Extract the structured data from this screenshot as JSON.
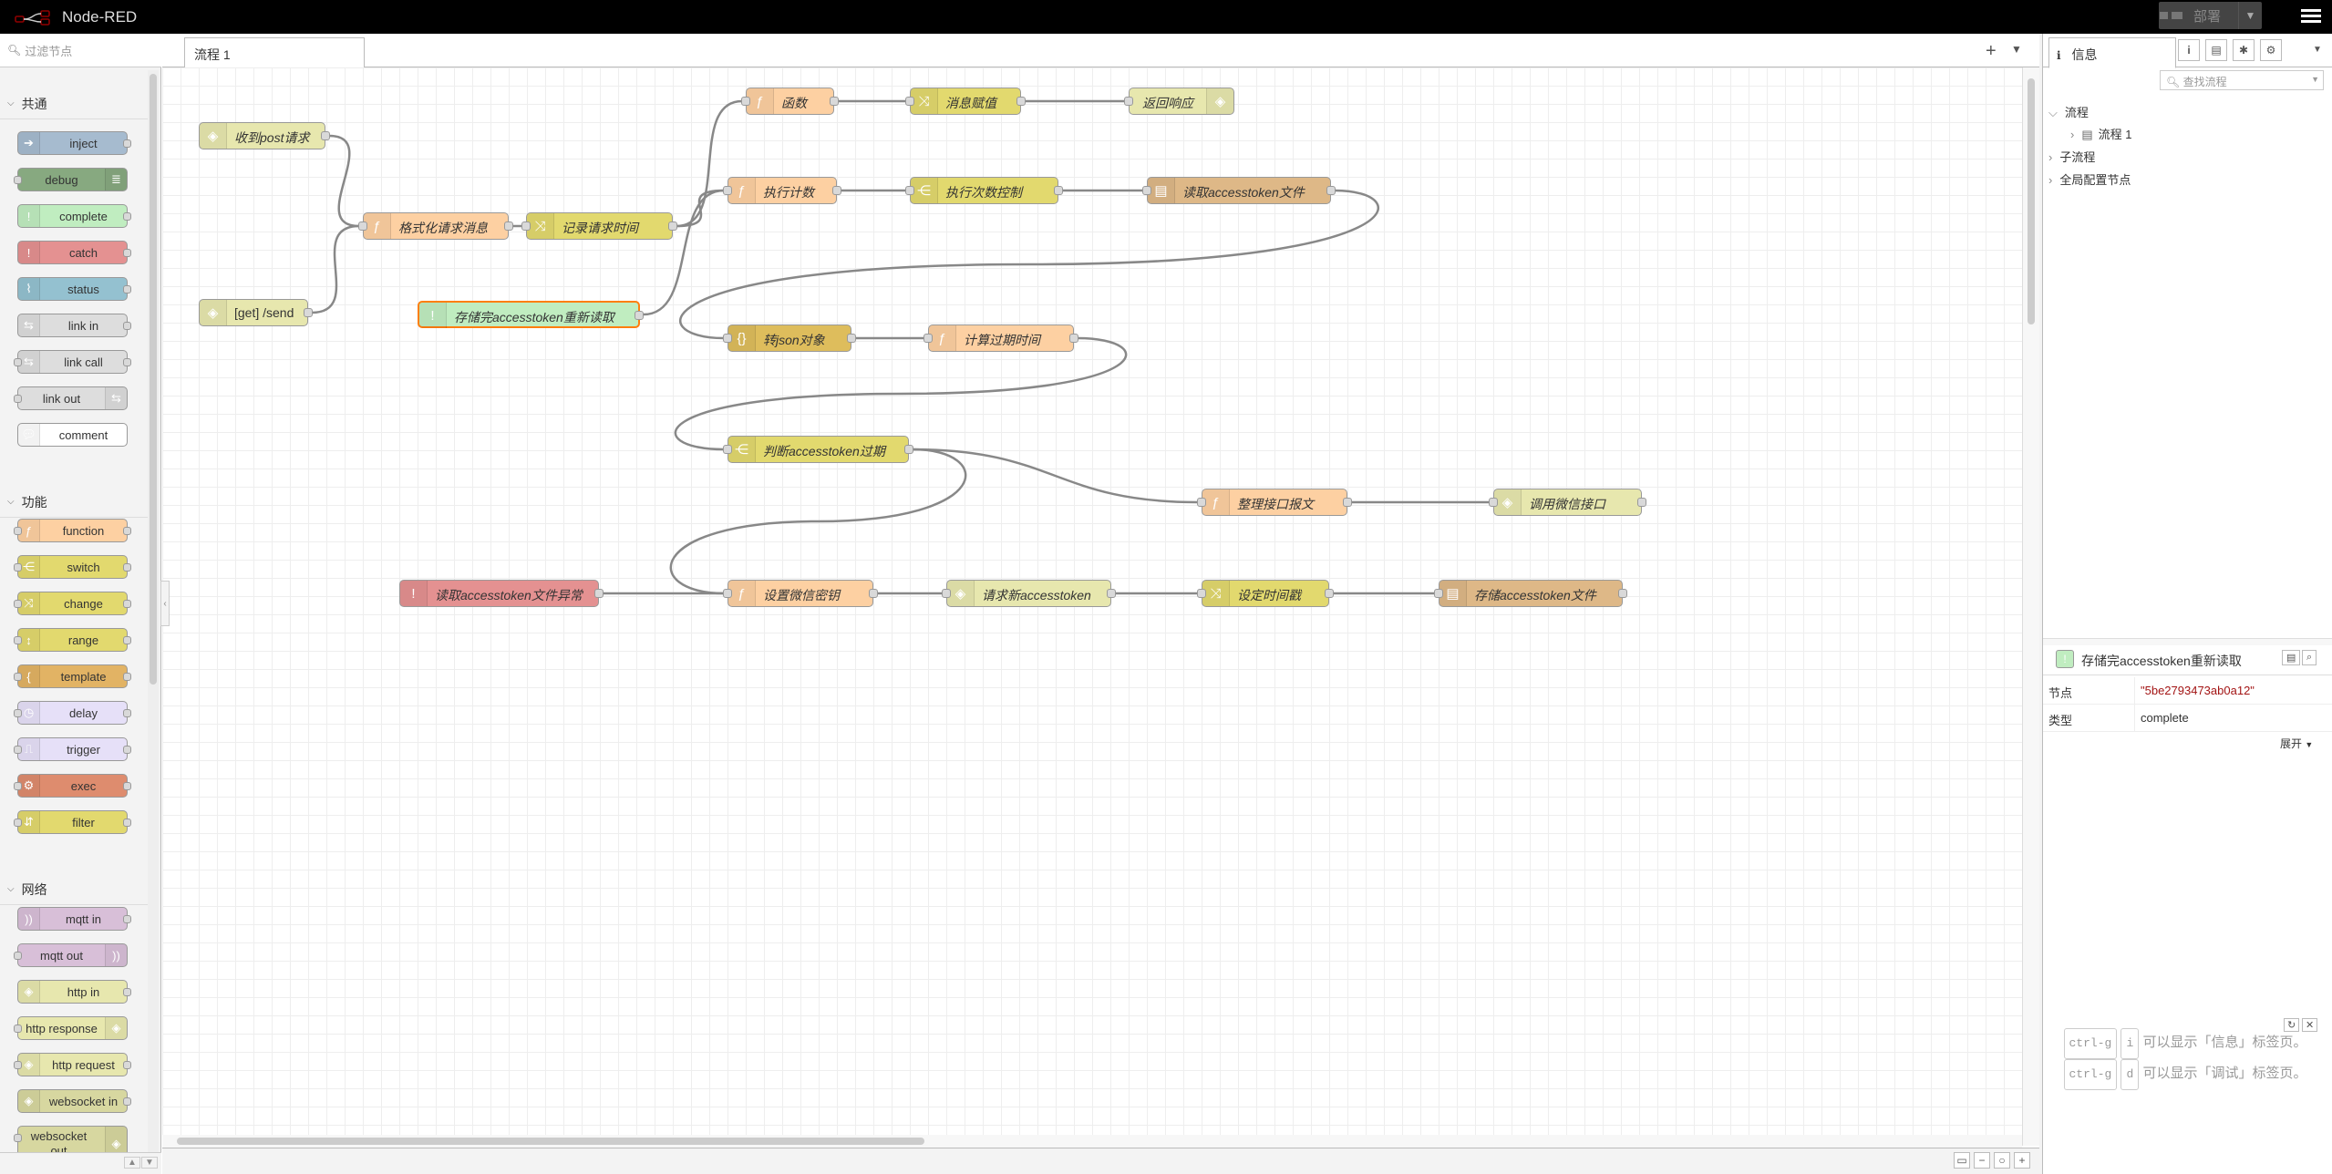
{
  "header": {
    "app_title": "Node-RED",
    "deploy_label": "部署"
  },
  "palette": {
    "filter_placeholder": "过滤节点",
    "categories": [
      {
        "label": "共通",
        "nodes": [
          {
            "label": "inject",
            "color": "#a6bbcf",
            "icon": "arrow-in-icon",
            "in": false,
            "out": true
          },
          {
            "label": "debug",
            "color": "#87a980",
            "icon": "list-icon",
            "in": true,
            "out": false,
            "right_icon": true
          },
          {
            "label": "complete",
            "color": "#c0edc0",
            "icon": "exclamation-icon",
            "in": false,
            "out": true
          },
          {
            "label": "catch",
            "color": "#e49191",
            "icon": "exclamation-icon",
            "in": false,
            "out": true
          },
          {
            "label": "status",
            "color": "#94c1d0",
            "icon": "wave-icon",
            "in": false,
            "out": true
          },
          {
            "label": "link in",
            "color": "#dddddd",
            "icon": "link-icon",
            "in": false,
            "out": true
          },
          {
            "label": "link call",
            "color": "#dddddd",
            "icon": "link-icon",
            "in": true,
            "out": true
          },
          {
            "label": "link out",
            "color": "#dddddd",
            "icon": "link-icon",
            "in": true,
            "out": false,
            "right_icon": true
          },
          {
            "label": "comment",
            "color": "#ffffff",
            "icon": "comment-icon",
            "in": false,
            "out": false
          }
        ]
      },
      {
        "label": "功能",
        "nodes": [
          {
            "label": "function",
            "color": "#fdd0a2",
            "icon": "function-icon",
            "in": true,
            "out": true
          },
          {
            "label": "switch",
            "color": "#e2d96e",
            "icon": "switch-icon",
            "in": true,
            "out": true
          },
          {
            "label": "change",
            "color": "#e2d96e",
            "icon": "shuffle-icon",
            "in": true,
            "out": true
          },
          {
            "label": "range",
            "color": "#e2d96e",
            "icon": "range-icon",
            "in": true,
            "out": true
          },
          {
            "label": "template",
            "color": "#e2b364",
            "icon": "brace-icon",
            "in": true,
            "out": true
          },
          {
            "label": "delay",
            "color": "#e6e0f8",
            "icon": "clock-icon",
            "in": true,
            "out": true
          },
          {
            "label": "trigger",
            "color": "#e6e0f8",
            "icon": "trigger-icon",
            "in": true,
            "out": true
          },
          {
            "label": "exec",
            "color": "#de8c6e",
            "icon": "gear-icon",
            "in": true,
            "out": true
          },
          {
            "label": "filter",
            "color": "#e2d96e",
            "icon": "filter-icon",
            "in": true,
            "out": true
          }
        ]
      },
      {
        "label": "网络",
        "nodes": [
          {
            "label": "mqtt in",
            "color": "#d8bfd8",
            "icon": "wifi-icon",
            "in": false,
            "out": true
          },
          {
            "label": "mqtt out",
            "color": "#d8bfd8",
            "icon": "wifi-icon",
            "in": true,
            "out": false,
            "right_icon": true
          },
          {
            "label": "http in",
            "color": "#e7e7ae",
            "icon": "globe-icon",
            "in": false,
            "out": true
          },
          {
            "label": "http response",
            "color": "#e7e7ae",
            "icon": "globe-icon",
            "in": true,
            "out": false,
            "right_icon": true
          },
          {
            "label": "http request",
            "color": "#e7e7ae",
            "icon": "globe-icon",
            "in": true,
            "out": true
          },
          {
            "label": "websocket in",
            "color": "#d7d7a0",
            "icon": "globe-icon",
            "in": false,
            "out": true
          },
          {
            "label": "websocket out",
            "color": "#d7d7a0",
            "icon": "globe-icon",
            "in": true,
            "out": false,
            "right_icon": true
          }
        ]
      }
    ]
  },
  "workspace": {
    "tab_label": "流程 1",
    "flow_nodes": [
      {
        "id": "n1",
        "label": "收到post请求",
        "color": "#e7e7ae",
        "icon": "globe-icon",
        "in": false,
        "out": true
      },
      {
        "id": "n2",
        "label": "格式化请求消息",
        "color": "#fdd0a2",
        "icon": "function-icon",
        "in": true,
        "out": true
      },
      {
        "id": "n3",
        "label": "记录请求时间",
        "color": "#e2d96e",
        "icon": "shuffle-icon",
        "in": true,
        "out": true
      },
      {
        "id": "n4",
        "label": "函数",
        "color": "#fdd0a2",
        "icon": "function-icon",
        "in": true,
        "out": true
      },
      {
        "id": "n5",
        "label": "消息赋值",
        "color": "#e2d96e",
        "icon": "shuffle-icon",
        "in": true,
        "out": true
      },
      {
        "id": "n6",
        "label": "返回响应",
        "color": "#e7e7ae",
        "icon": "globe-icon",
        "in": true,
        "out": false,
        "right_icon": true
      },
      {
        "id": "n7",
        "label": "[get] /send",
        "color": "#e7e7ae",
        "icon": "globe-icon",
        "in": false,
        "out": true,
        "upright": true
      },
      {
        "id": "n8",
        "label": "存储完accesstoken重新读取",
        "color": "#c0edc0",
        "icon": "exclamation-icon",
        "in": false,
        "out": true,
        "selected": true
      },
      {
        "id": "n9",
        "label": "执行计数",
        "color": "#fdd0a2",
        "icon": "function-icon",
        "in": true,
        "out": true
      },
      {
        "id": "n10",
        "label": "执行次数控制",
        "color": "#e2d96e",
        "icon": "switch-icon",
        "in": true,
        "out": true
      },
      {
        "id": "n11",
        "label": "读取accesstoken文件",
        "color": "#deb887",
        "icon": "file-icon",
        "in": true,
        "out": true
      },
      {
        "id": "n12",
        "label": "转json对象",
        "color": "#debd5c",
        "icon": "json-icon",
        "in": true,
        "out": true
      },
      {
        "id": "n13",
        "label": "计算过期时间",
        "color": "#fdd0a2",
        "icon": "function-icon",
        "in": true,
        "out": true
      },
      {
        "id": "n14",
        "label": "判断accesstoken过期",
        "color": "#e2d96e",
        "icon": "switch-icon",
        "in": true,
        "out": true
      },
      {
        "id": "n15",
        "label": "整理接口报文",
        "color": "#fdd0a2",
        "icon": "function-icon",
        "in": true,
        "out": true
      },
      {
        "id": "n16",
        "label": "调用微信接口",
        "color": "#e7e7ae",
        "icon": "globe-icon",
        "in": true,
        "out": true
      },
      {
        "id": "n17",
        "label": "读取accesstoken文件异常",
        "color": "#e49191",
        "icon": "exclamation-icon",
        "in": false,
        "out": true
      },
      {
        "id": "n18",
        "label": "设置微信密钥",
        "color": "#fdd0a2",
        "icon": "function-icon",
        "in": true,
        "out": true
      },
      {
        "id": "n19",
        "label": "请求新accesstoken",
        "color": "#e7e7ae",
        "icon": "globe-icon",
        "in": true,
        "out": true
      },
      {
        "id": "n20",
        "label": "设定时间戳",
        "color": "#e2d96e",
        "icon": "shuffle-icon",
        "in": true,
        "out": true
      },
      {
        "id": "n21",
        "label": "存储accesstoken文件",
        "color": "#deb887",
        "icon": "file-icon",
        "in": true,
        "out": true
      }
    ],
    "links": [
      [
        "n1",
        "n2"
      ],
      [
        "n7",
        "n2"
      ],
      [
        "n2",
        "n3"
      ],
      [
        "n3",
        "n4"
      ],
      [
        "n3",
        "n9"
      ],
      [
        "n4",
        "n5"
      ],
      [
        "n5",
        "n6"
      ],
      [
        "n8",
        "n9"
      ],
      [
        "n9",
        "n10"
      ],
      [
        "n10",
        "n11"
      ],
      [
        "n11",
        "n12"
      ],
      [
        "n12",
        "n13"
      ],
      [
        "n13",
        "n14"
      ],
      [
        "n14",
        "n15"
      ],
      [
        "n14",
        "n18"
      ],
      [
        "n15",
        "n16"
      ],
      [
        "n17",
        "n18"
      ],
      [
        "n18",
        "n19"
      ],
      [
        "n19",
        "n20"
      ],
      [
        "n20",
        "n21"
      ]
    ]
  },
  "sidebar": {
    "tab_label": "信息",
    "search_placeholder": "查找流程",
    "tree": {
      "flows": "流程",
      "flow1": "流程 1",
      "subflows": "子流程",
      "global_config": "全局配置节点"
    },
    "selected_node": {
      "title": "存储完accesstoken重新读取",
      "node_key": "节点",
      "node_value": "\"5be2793473ab0a12\"",
      "type_key": "类型",
      "type_value": "complete",
      "expand_label": "展开"
    },
    "help": {
      "key1": "ctrl-g",
      "key1b": "i",
      "text1": "可以显示「信息」标签页。",
      "key2": "ctrl-g",
      "key2b": "d",
      "text2": "可以显示「调试」标签页。"
    }
  }
}
